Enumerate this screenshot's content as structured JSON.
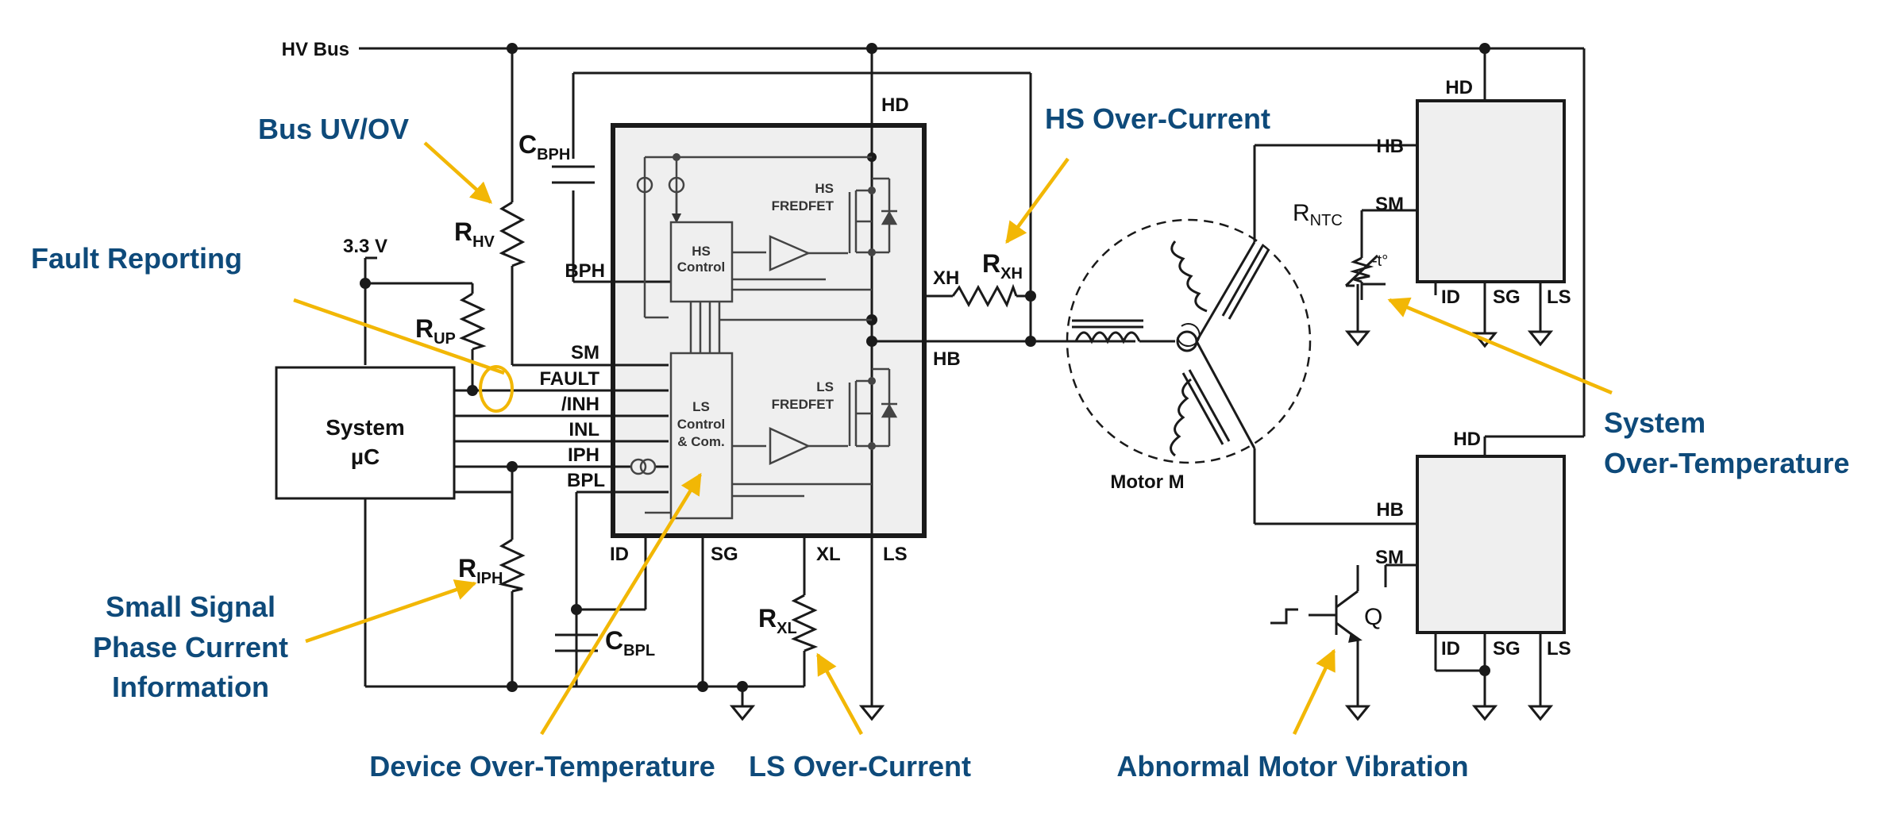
{
  "nets": {
    "hv_bus": "HV Bus",
    "v33": "3.3 V"
  },
  "pins": {
    "hd": "HD",
    "bph": "BPH",
    "xh": "XH",
    "hb": "HB",
    "sm": "SM",
    "fault": "FAULT",
    "inh": "/INH",
    "inl": "INL",
    "iph": "IPH",
    "bpl": "BPL",
    "id": "ID",
    "sg": "SG",
    "xl": "XL",
    "ls": "LS"
  },
  "components": {
    "rhv": {
      "main": "R",
      "sub": "HV"
    },
    "rup": {
      "main": "R",
      "sub": "UP"
    },
    "riph": {
      "main": "R",
      "sub": "IPH"
    },
    "cbph": {
      "main": "C",
      "sub": "BPH"
    },
    "cbpl": {
      "main": "C",
      "sub": "BPL"
    },
    "rxh": {
      "main": "R",
      "sub": "XH"
    },
    "rxl": {
      "main": "R",
      "sub": "XL"
    },
    "rntc": {
      "main": "R",
      "sub": "NTC"
    },
    "ntc_temp": "-t°",
    "q": "Q"
  },
  "blocks": {
    "system_line1": "System",
    "system_line2": "µC",
    "hs_control_1": "HS",
    "hs_control_2": "Control",
    "ls_control_1": "LS",
    "ls_control_2": "Control",
    "ls_control_3": "& Com.",
    "hs_fredfet_1": "HS",
    "hs_fredfet_2": "FREDFET",
    "ls_fredfet_1": "LS",
    "ls_fredfet_2": "FREDFET",
    "motor": "Motor M"
  },
  "callouts": {
    "bus_uvov": "Bus UV/OV",
    "fault_reporting": "Fault Reporting",
    "hs_overcurrent": "HS Over-Current",
    "small_signal_1": "Small Signal",
    "small_signal_2": "Phase Current",
    "small_signal_3": "Information",
    "device_ot": "Device Over-Temperature",
    "ls_overcurrent": "LS Over-Current",
    "abnormal_vibration": "Abnormal Motor Vibration",
    "system_ot_1": "System",
    "system_ot_2": "Over-Temperature"
  },
  "colors": {
    "wire": "#1a1a1a",
    "callout_text": "#0e4a7a",
    "arrow": "#f2b705",
    "ic_fill": "#efefef",
    "inner_line": "#444444"
  }
}
